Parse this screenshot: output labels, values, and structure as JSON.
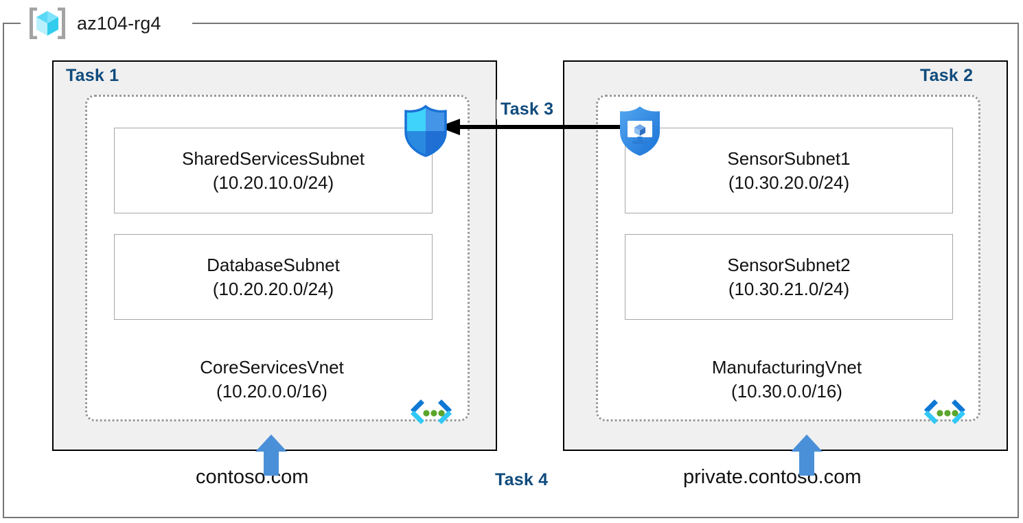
{
  "resource_group": {
    "name": "az104-rg4",
    "icon": "azure-resource-group-icon"
  },
  "colors": {
    "task_label": "#0f4b7d",
    "panel_fill": "#f0f0f0",
    "panel_border": "#000000",
    "vnet_border": "#9a9a9a",
    "subnet_border": "#a6a6a6",
    "rg_border": "#767676",
    "dns_arrow": "#4a90d9",
    "vnet_glyph_dark": "#0f78d4",
    "vnet_glyph_light": "#32c8f5",
    "vnet_glyph_dots": "#5aa52b",
    "shield_light": "#32c8f5",
    "shield_mid": "#3f95e8",
    "shield_dark": "#1071d0",
    "bastion_blue": "#3f95e8"
  },
  "tasks": {
    "task1": "Task 1",
    "task2": "Task 2",
    "task3": "Task 3",
    "task4": "Task 4"
  },
  "vnets": [
    {
      "id": "core-services",
      "name": "CoreServicesVnet",
      "cidr": "(10.20.0.0/16)",
      "glyph": "virtual-network-icon",
      "subnets": [
        {
          "name": "SharedServicesSubnet",
          "cidr": "(10.20.10.0/24)"
        },
        {
          "name": "DatabaseSubnet",
          "cidr": "(10.20.20.0/24)"
        }
      ],
      "dns_zone": "contoso.com"
    },
    {
      "id": "manufacturing",
      "name": "ManufacturingVnet",
      "cidr": "(10.30.0.0/16)",
      "glyph": "virtual-network-icon",
      "subnets": [
        {
          "name": "SensorSubnet1",
          "cidr": "(10.30.20.0/24)"
        },
        {
          "name": "SensorSubnet2",
          "cidr": "(10.30.21.0/24)"
        }
      ],
      "dns_zone": "private.contoso.com"
    }
  ],
  "icons": {
    "nsg": "network-security-group-shield-icon",
    "bastion": "azure-bastion-shield-icon",
    "peering_arrow": "vnet-peering-arrow-icon",
    "dns_arrow": "dns-zone-link-arrow-icon"
  }
}
